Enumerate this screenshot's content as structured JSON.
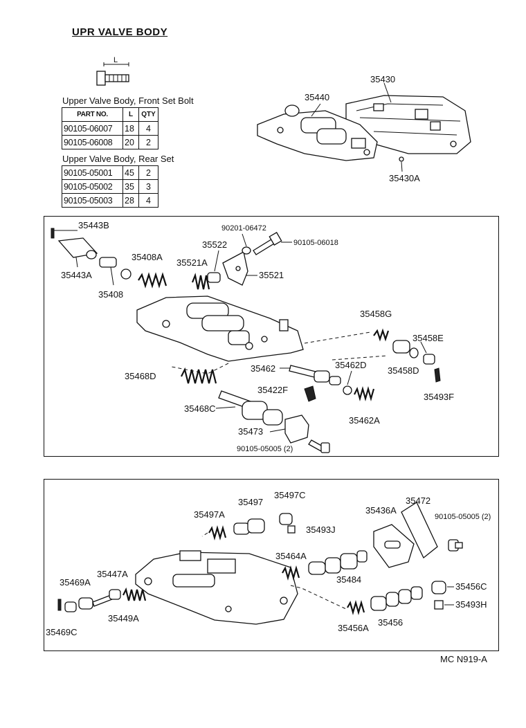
{
  "title": "UPR VALVE BODY",
  "diagram_code": "MC N919-A",
  "bolt_dim_label": "L",
  "front_table": {
    "caption": "Upper Valve Body, Front Set Bolt",
    "headers": [
      "PART NO.",
      "L",
      "QTY"
    ],
    "rows": [
      [
        "90105-06007",
        "18",
        "4"
      ],
      [
        "90105-06008",
        "20",
        "2"
      ]
    ]
  },
  "rear_table": {
    "caption": "Upper Valve Body, Rear Set",
    "rows": [
      [
        "90105-05001",
        "45",
        "2"
      ],
      [
        "90105-05002",
        "35",
        "3"
      ],
      [
        "90105-05003",
        "28",
        "4"
      ]
    ]
  },
  "labels": {
    "p35430": "35430",
    "p35440": "35440",
    "p35430A": "35430A",
    "p35443B": "35443B",
    "p35443A": "35443A",
    "p35408": "35408",
    "p35408A": "35408A",
    "p35521A": "35521A",
    "p35522": "35522",
    "p90201": "90201-06472",
    "p90105_06018": "90105-06018",
    "p35521": "35521",
    "p35458G": "35458G",
    "p35458E": "35458E",
    "p35458D": "35458D",
    "p35493F": "35493F",
    "p35462": "35462",
    "p35462D": "35462D",
    "p35468D": "35468D",
    "p35422F": "35422F",
    "p35462A": "35462A",
    "p35468C": "35468C",
    "p35473": "35473",
    "p90105_05005a": "90105-05005 (2)",
    "p35497": "35497",
    "p35497C": "35497C",
    "p35497A": "35497A",
    "p35493J": "35493J",
    "p35436A": "35436A",
    "p35472": "35472",
    "p90105_05005b": "90105-05005 (2)",
    "p35464A": "35464A",
    "p35484": "35484",
    "p35469A": "35469A",
    "p35447A": "35447A",
    "p35449A": "35449A",
    "p35469C": "35469C",
    "p35456C": "35456C",
    "p35493H": "35493H",
    "p35456A": "35456A",
    "p35456": "35456"
  }
}
